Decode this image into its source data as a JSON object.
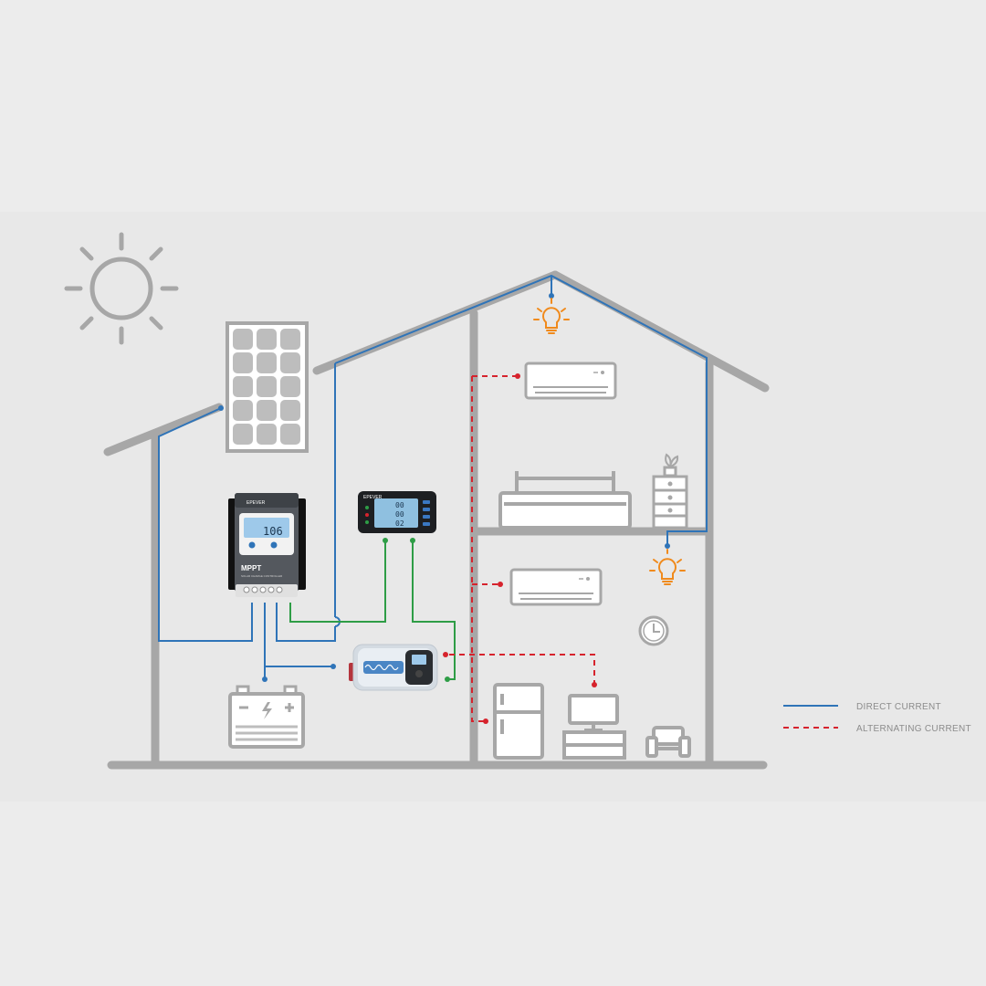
{
  "legend": {
    "direct_current": "DIRECT CURRENT",
    "alternating_current": "ALTERNATING CURRENT"
  },
  "colors": {
    "wall": "#a7a7a7",
    "dc_wire": "#2f74b8",
    "ac_wire": "#d6232d",
    "signal_wire": "#2e9d46",
    "bulb": "#f08a1c",
    "background": "#ececec"
  },
  "controller": {
    "brand": "EPEVER",
    "display_value": "106",
    "model_label": "MPPT",
    "subtitle": "SOLAR CHARGE CONTROLLER"
  },
  "meter": {
    "brand": "EPEVER",
    "readings": [
      "00",
      "00",
      "02"
    ]
  },
  "icons": [
    "sun-icon",
    "solar-panel-icon",
    "charge-controller-icon",
    "remote-meter-icon",
    "battery-icon",
    "inverter-icon",
    "light-bulb-icon",
    "air-conditioner-icon",
    "bed-icon",
    "dresser-icon",
    "clock-icon",
    "refrigerator-icon",
    "tv-icon",
    "armchair-icon"
  ]
}
